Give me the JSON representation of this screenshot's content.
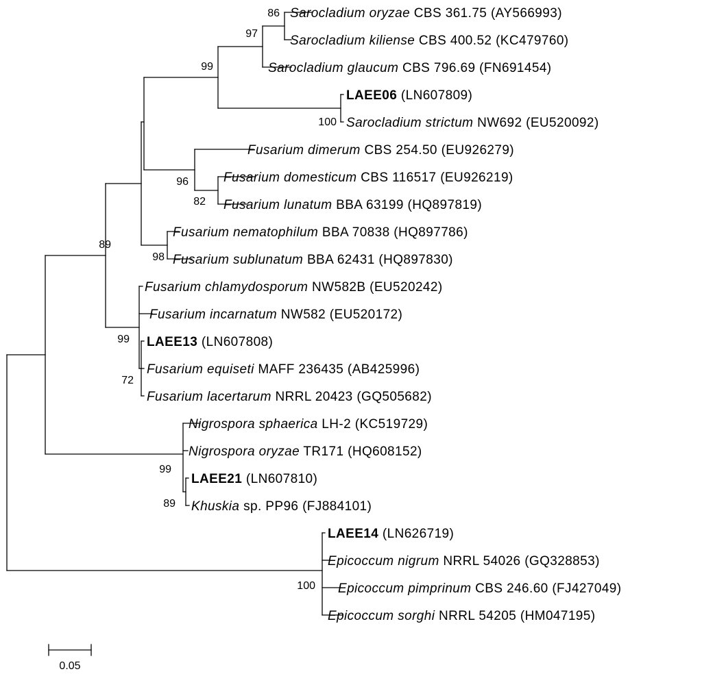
{
  "taxa": [
    {
      "id": "t1",
      "name": "Sarocladium oryzae",
      "strain": "CBS 361.75",
      "accession": "(AY566993)",
      "bold": false
    },
    {
      "id": "t2",
      "name": "Sarocladium kiliense",
      "strain": "CBS 400.52",
      "accession": "(KC479760)",
      "bold": false
    },
    {
      "id": "t3",
      "name": "Sarocladium glaucum",
      "strain": "CBS 796.69",
      "accession": "(FN691454)",
      "bold": false
    },
    {
      "id": "t4",
      "name": "LAEE06",
      "strain": "",
      "accession": "(LN607809)",
      "bold": true
    },
    {
      "id": "t5",
      "name": "Sarocladium strictum",
      "strain": "NW692",
      "accession": "(EU520092)",
      "bold": false
    },
    {
      "id": "t6",
      "name": "Fusarium dimerum",
      "strain": "CBS 254.50",
      "accession": "(EU926279)",
      "bold": false
    },
    {
      "id": "t7",
      "name": "Fusarium domesticum",
      "strain": "CBS 116517",
      "accession": "(EU926219)",
      "bold": false
    },
    {
      "id": "t8",
      "name": "Fusarium lunatum",
      "strain": "BBA 63199",
      "accession": "(HQ897819)",
      "bold": false
    },
    {
      "id": "t9",
      "name": "Fusarium nematophilum",
      "strain": "BBA 70838",
      "accession": "(HQ897786)",
      "bold": false
    },
    {
      "id": "t10",
      "name": "Fusarium sublunatum",
      "strain": "BBA 62431",
      "accession": "(HQ897830)",
      "bold": false
    },
    {
      "id": "t11",
      "name": "Fusarium chlamydosporum",
      "strain": "NW582B",
      "accession": "(EU520242)",
      "bold": false
    },
    {
      "id": "t12",
      "name": "Fusarium incarnatum",
      "strain": "NW582",
      "accession": "(EU520172)",
      "bold": false
    },
    {
      "id": "t13",
      "name": "LAEE13",
      "strain": "",
      "accession": "(LN607808)",
      "bold": true
    },
    {
      "id": "t14",
      "name": "Fusarium equiseti",
      "strain": "MAFF 236435",
      "accession": "(AB425996)",
      "bold": false
    },
    {
      "id": "t15",
      "name": "Fusarium lacertarum",
      "strain": "NRRL 20423",
      "accession": "(GQ505682)",
      "bold": false
    },
    {
      "id": "t16",
      "name": "Nigrospora sphaerica",
      "strain": "LH-2",
      "accession": "(KC519729)",
      "bold": false
    },
    {
      "id": "t17",
      "name": "Nigrospora oryzae",
      "strain": "TR171",
      "accession": "(HQ608152)",
      "bold": false
    },
    {
      "id": "t18",
      "name": "LAEE21",
      "strain": "",
      "accession": "(LN607810)",
      "bold": true
    },
    {
      "id": "t19",
      "name": "Khuskia",
      "strain": "sp. PP96",
      "accession": "(FJ884101)",
      "bold": false
    },
    {
      "id": "t20",
      "name": "LAEE14",
      "strain": "",
      "accession": "(LN626719)",
      "bold": true
    },
    {
      "id": "t21",
      "name": "Epicoccum nigrum",
      "strain": "NRRL 54026",
      "accession": "(GQ328853)",
      "bold": false
    },
    {
      "id": "t22",
      "name": "Epicoccum pimprinum",
      "strain": "CBS 246.60",
      "accession": "(FJ427049)",
      "bold": false
    },
    {
      "id": "t23",
      "name": "Epicoccum sorghi",
      "strain": "NRRL 54205",
      "accession": "(HM047195)",
      "bold": false
    }
  ],
  "support_values": [
    "86",
    "97",
    "99",
    "100",
    "96",
    "82",
    "98",
    "89",
    "99",
    "72",
    "99",
    "89",
    "100"
  ],
  "scale_bar": {
    "label": "0.05"
  }
}
